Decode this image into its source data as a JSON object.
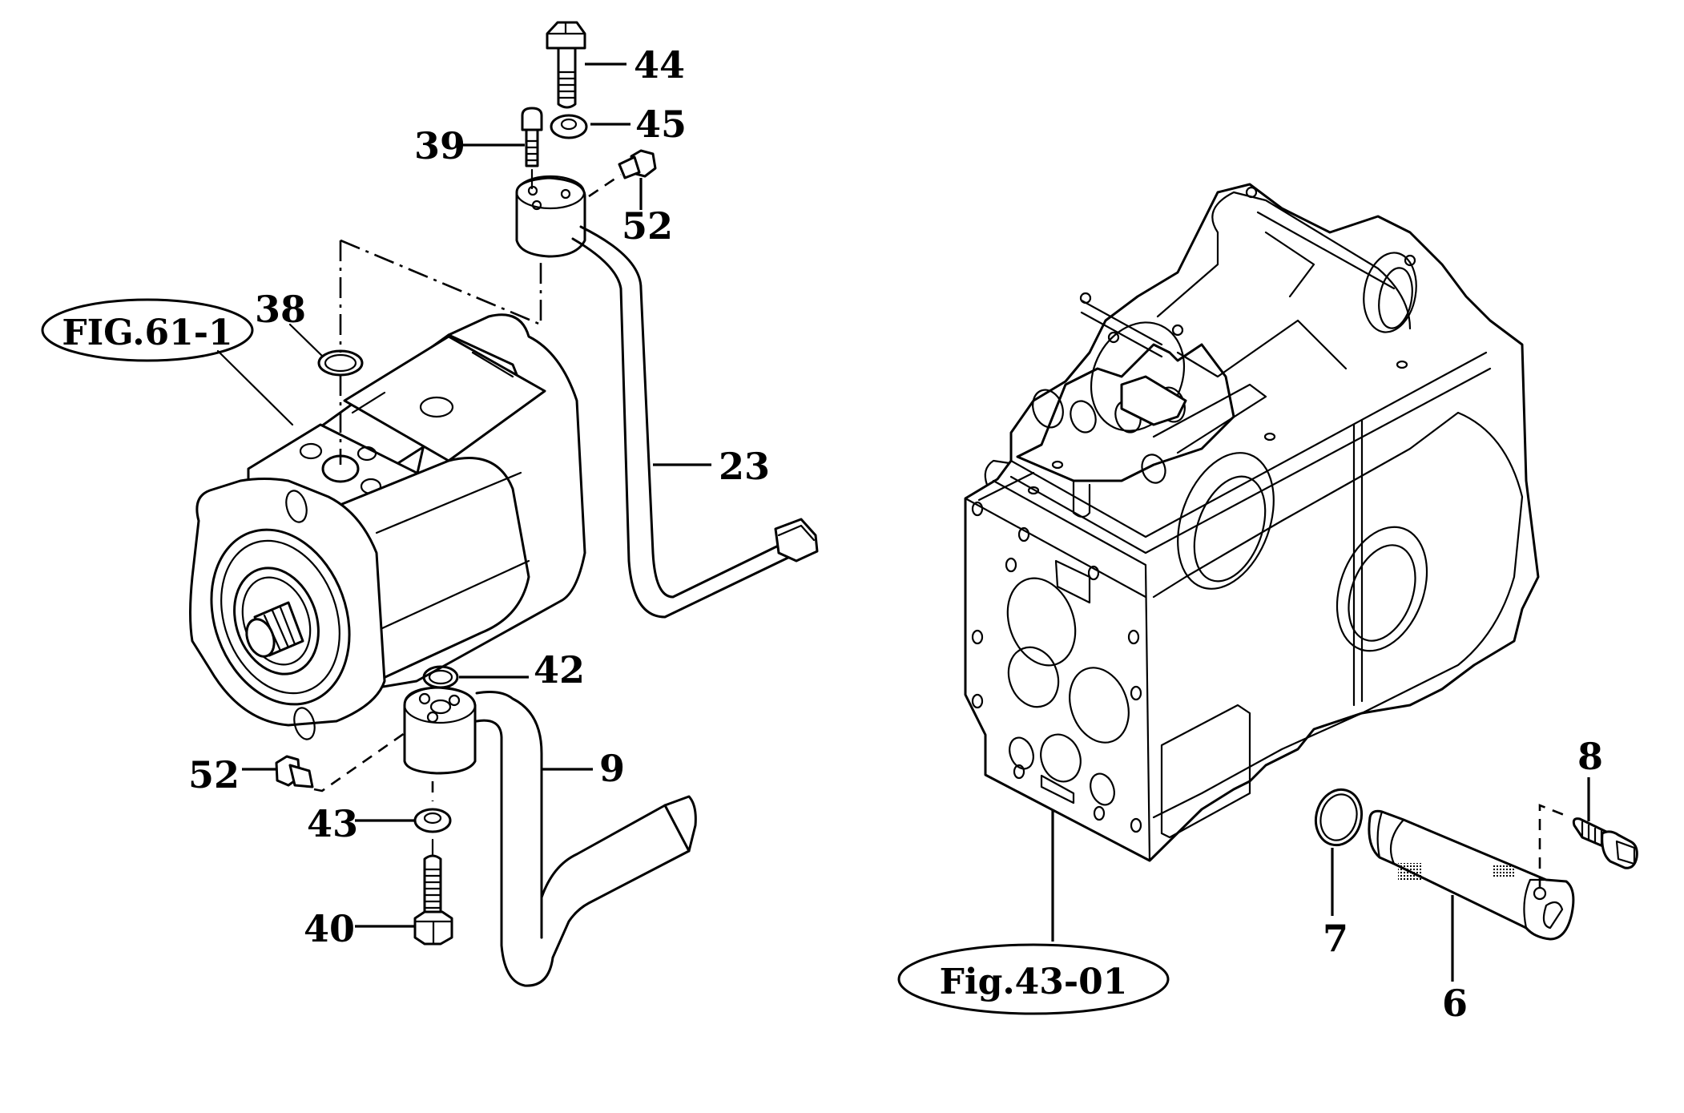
{
  "diagram": {
    "type": "exploded-parts-diagram",
    "style": "black line art on white",
    "line_color": "#000000",
    "background_color": "#ffffff",
    "references": {
      "pump_fig": "FIG.61-1",
      "housing_fig": "Fig.43-01"
    },
    "part_labels": {
      "p44": "44",
      "p45": "45",
      "p39": "39",
      "p52_top": "52",
      "p38": "38",
      "p23": "23",
      "p42": "42",
      "p9": "9",
      "p52_bottom": "52",
      "p43": "43",
      "p40": "40",
      "p8": "8",
      "p7": "7",
      "p6": "6"
    },
    "parts": [
      {
        "number": "44",
        "depicts": "hex bolt (upper block)"
      },
      {
        "number": "45",
        "depicts": "washer"
      },
      {
        "number": "39",
        "depicts": "flange bolt"
      },
      {
        "number": "52",
        "depicts": "plug screw (upper block)"
      },
      {
        "number": "38",
        "depicts": "O-ring"
      },
      {
        "number": "23",
        "depicts": "pipe with union nut"
      },
      {
        "number": "42",
        "depicts": "O-ring"
      },
      {
        "number": "9",
        "depicts": "pipe (suction)"
      },
      {
        "number": "52",
        "depicts": "plug screw (lower block)"
      },
      {
        "number": "43",
        "depicts": "washer"
      },
      {
        "number": "40",
        "depicts": "hex bolt (lower block)"
      },
      {
        "number": "8",
        "depicts": "flange bolt"
      },
      {
        "number": "7",
        "depicts": "O-ring"
      },
      {
        "number": "6",
        "depicts": "suction filter"
      }
    ]
  }
}
